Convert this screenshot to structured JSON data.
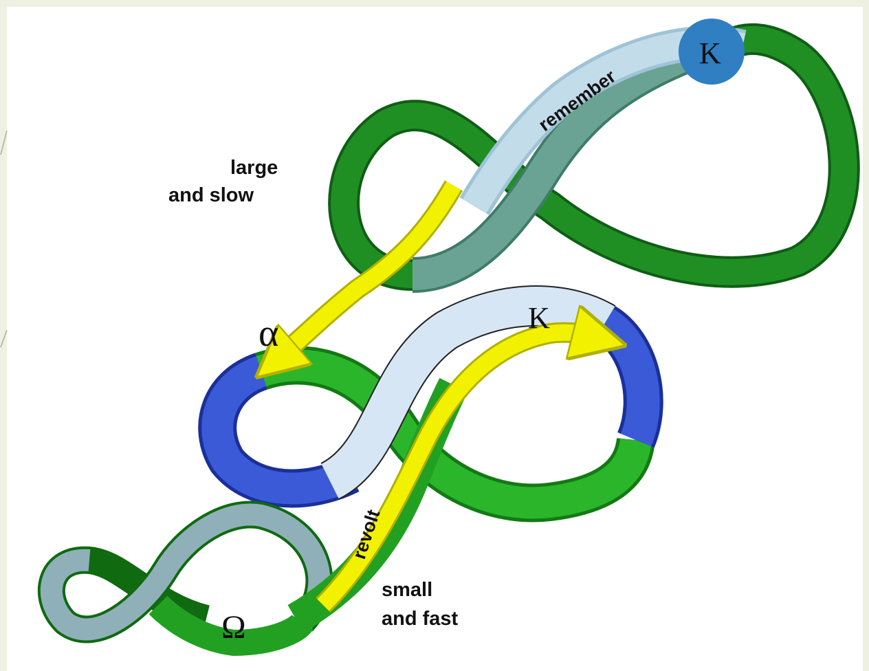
{
  "labels": {
    "large_line1": "large",
    "large_line2": "and  slow",
    "small_line1": "small",
    "small_line2": "and fast",
    "remember": "remember",
    "revolt": "revolt",
    "kappa_top": "K",
    "kappa_mid": "K",
    "alpha": "α",
    "omega": "Ω"
  },
  "colors": {
    "background": "#eef0e2",
    "panel": "#ffffff",
    "large_loop_green": "#1f8f24",
    "large_loop_teal": "#5e9a86",
    "mid_loop_blue": "#2a43c9",
    "mid_loop_green": "#2bb52b",
    "mid_loop_pale": "#d6e6f4",
    "small_loop_green": "#22a022",
    "small_loop_steel": "#8fb0b8",
    "yellow_arrow": "#f2f200",
    "kappa_disc": "#2f7fc2"
  }
}
